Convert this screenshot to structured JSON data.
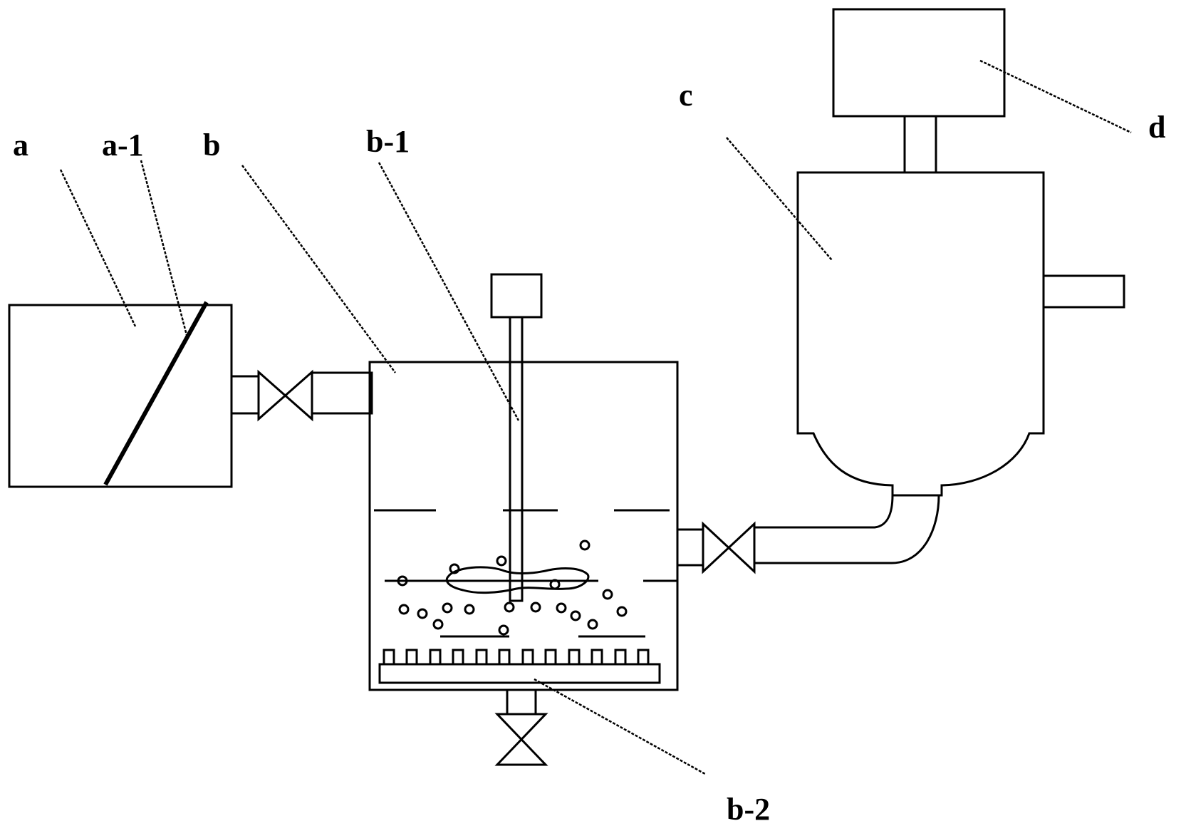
{
  "labels": {
    "a": "a",
    "a1": "a-1",
    "b": "b",
    "b1": "b-1",
    "b2": "b-2",
    "c": "c",
    "d": "d"
  },
  "colors": {
    "stroke": "#000000",
    "background": "#ffffff"
  }
}
